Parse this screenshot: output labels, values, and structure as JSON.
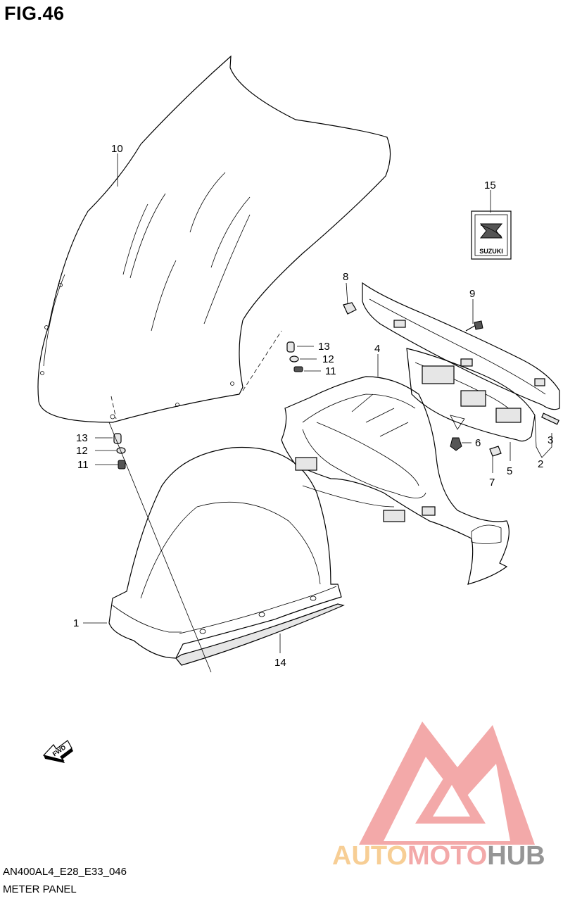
{
  "figure": {
    "title": "FIG.46",
    "code": "AN400AL4_E28_E33_046",
    "name": "METER PANEL"
  },
  "callouts": [
    "10",
    "15",
    "8",
    "9",
    "4",
    "13",
    "12",
    "11",
    "13",
    "12",
    "11",
    "6",
    "7",
    "5",
    "2",
    "3",
    "1",
    "14"
  ],
  "fwd_label": "FWD",
  "emblem_text": "SUZUKI",
  "watermark": {
    "part1": "AUTO",
    "part2": "MOTO",
    "part3": "HUB",
    "color_main": "#f2a0a0",
    "color_auto": "#f7c98a",
    "color_hub": "#8a8a8a"
  }
}
